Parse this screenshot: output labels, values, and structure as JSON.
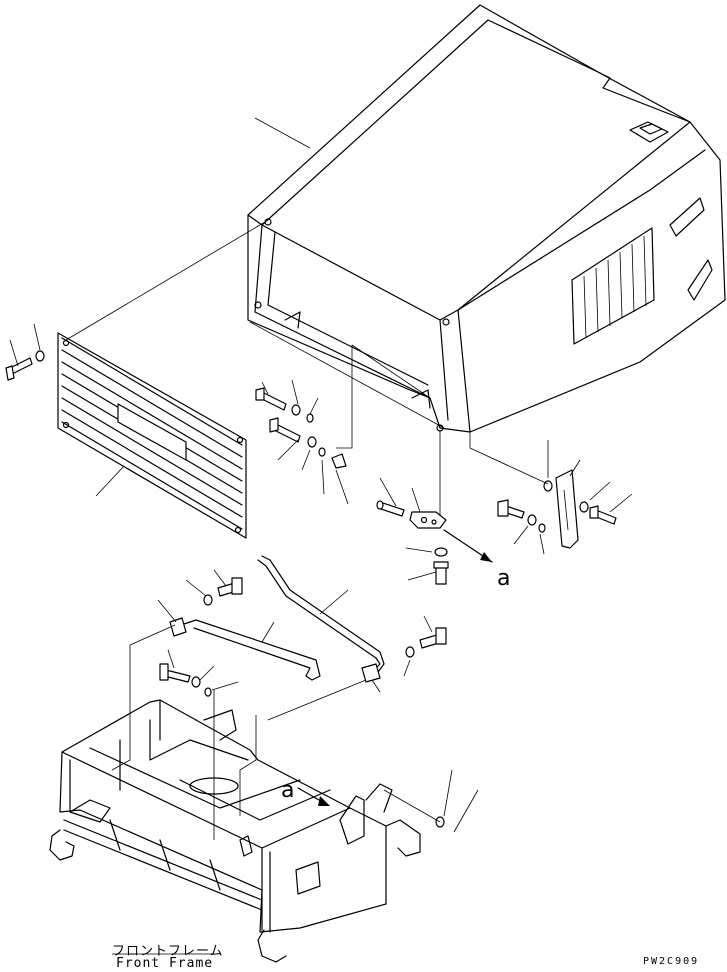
{
  "diagram": {
    "caption_jp": "フロントフレーム",
    "caption_en": "Front Frame",
    "drawing_code": "PW2C909",
    "reference_marks": [
      "a",
      "a"
    ]
  }
}
